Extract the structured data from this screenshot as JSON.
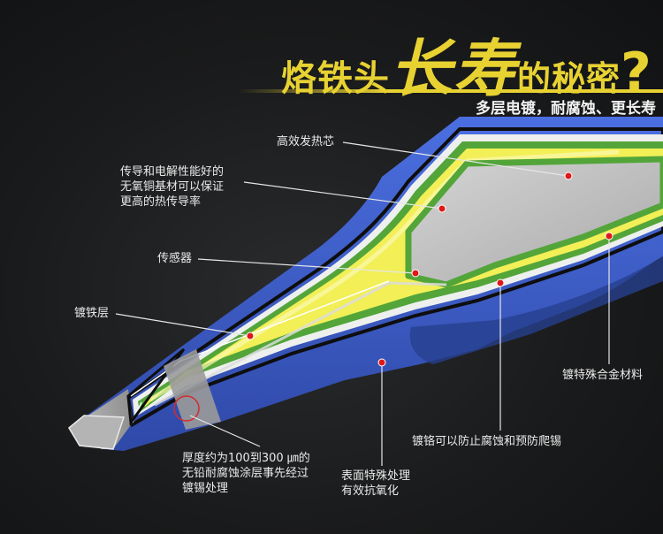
{
  "header": {
    "title_part1": "烙铁头",
    "title_part2": "长寿",
    "title_part3": "的秘密",
    "title_mark": "?",
    "subtitle": "多层电镀，耐腐蚀、更长寿"
  },
  "labels": {
    "heating_core": "高效发热芯",
    "copper_base": "传导和电解性能好的\n无氧铜基材可以保证\n更高的热传导率",
    "sensor": "传感器",
    "iron_layer": "镀铁层",
    "alloy_layer": "镀特殊合金材料",
    "chrome_layer": "镀铬可以防止腐蚀和预防爬锡",
    "thickness_note": "厚度约为100到300 ㎛的\n无铅耐腐蚀涂层事先经过\n镀锡处理",
    "surface_treatment": "表面特殊处理\n有效抗氧化"
  },
  "colors": {
    "title_yellow": "#e8d232",
    "blue_shell": "#3f60cc",
    "green_layer": "#53a53a",
    "yellow_copper": "#f2ef57",
    "silver_core": "#c4c4c4",
    "pointer_dot": "#e01818"
  }
}
